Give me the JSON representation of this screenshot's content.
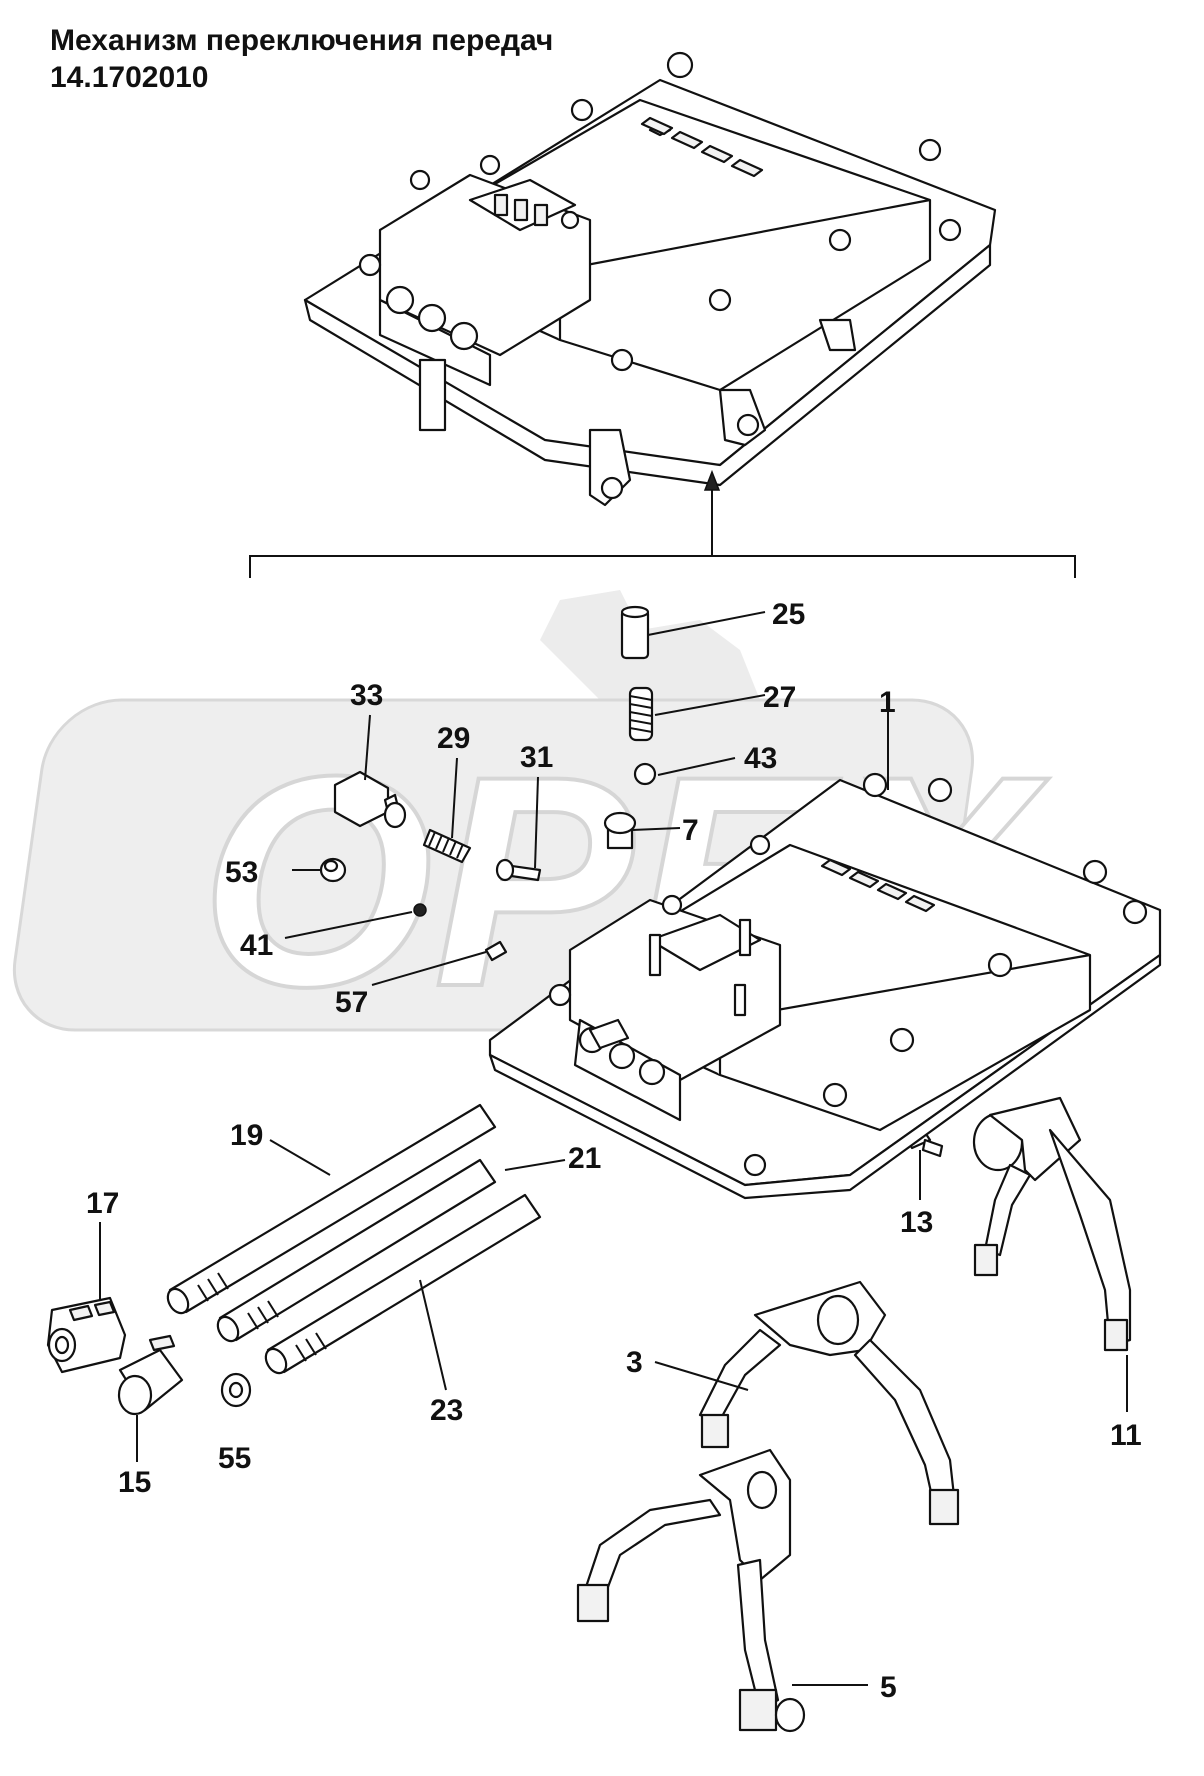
{
  "title": {
    "line1": "Механизм переключения передач",
    "line2": "14.1702010"
  },
  "watermark": {
    "text": "OPEX",
    "color": "#e9e9e9"
  },
  "callouts": [
    {
      "id": "25",
      "label": "25"
    },
    {
      "id": "27",
      "label": "27"
    },
    {
      "id": "1",
      "label": "1"
    },
    {
      "id": "43",
      "label": "43"
    },
    {
      "id": "33",
      "label": "33"
    },
    {
      "id": "29",
      "label": "29"
    },
    {
      "id": "31",
      "label": "31"
    },
    {
      "id": "7",
      "label": "7"
    },
    {
      "id": "53",
      "label": "53"
    },
    {
      "id": "41",
      "label": "41"
    },
    {
      "id": "57",
      "label": "57"
    },
    {
      "id": "19",
      "label": "19"
    },
    {
      "id": "21",
      "label": "21"
    },
    {
      "id": "17",
      "label": "17"
    },
    {
      "id": "13",
      "label": "13"
    },
    {
      "id": "3",
      "label": "3"
    },
    {
      "id": "11",
      "label": "11"
    },
    {
      "id": "23",
      "label": "23"
    },
    {
      "id": "15",
      "label": "15"
    },
    {
      "id": "55",
      "label": "55"
    },
    {
      "id": "5",
      "label": "5"
    }
  ]
}
